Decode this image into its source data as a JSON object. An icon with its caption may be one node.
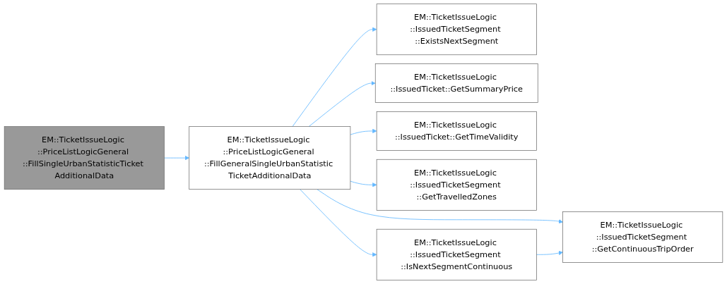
{
  "diagram": {
    "nodes": [
      {
        "text": [
          "EM::TicketIssueLogic ::PriceListLogicGeneral ::FillSingleUrbanStatisticTicket AdditionalData"
        ]
      },
      {
        "text": [
          "EM::TicketIssueLogic ::PriceListLogicGeneral ::FillGeneralSingleUrbanStatistic TicketAdditionalData"
        ]
      },
      {
        "text": [
          "EM::TicketIssueLogic ::IssuedTicketSegment ::ExistsNextSegment"
        ]
      },
      {
        "text": [
          "EM::TicketIssueLogic ::IssuedTicket::GetSummaryPrice"
        ]
      },
      {
        "text": [
          "EM::TicketIssueLogic ::IssuedTicket::GetTimeValidity"
        ]
      },
      {
        "text": [
          "EM::TicketIssueLogic ::IssuedTicketSegment ::GetTravelledZones"
        ]
      },
      {
        "text": [
          "EM::TicketIssueLogic ::IssuedTicketSegment ::IsNextSegmentContinuous"
        ]
      },
      {
        "text": [
          "EM::TicketIssueLogic ::IssuedTicketSegment ::GetContinuousTripOrder"
        ]
      }
    ],
    "edges": [
      {
        "from": 0,
        "to": 1,
        "arrow": "to"
      },
      {
        "from": 1,
        "to": 2,
        "arrow": "to"
      },
      {
        "from": 1,
        "to": 7,
        "arrow": "to"
      },
      {
        "from": 1,
        "to": 3,
        "arrow": "to"
      },
      {
        "from": 1,
        "to": 4,
        "arrow": "to"
      },
      {
        "from": 1,
        "to": 5,
        "arrow": "to"
      },
      {
        "from": 1,
        "to": 6,
        "arrow": "to"
      },
      {
        "from": 6,
        "to": 7,
        "arrow": "to"
      }
    ]
  }
}
